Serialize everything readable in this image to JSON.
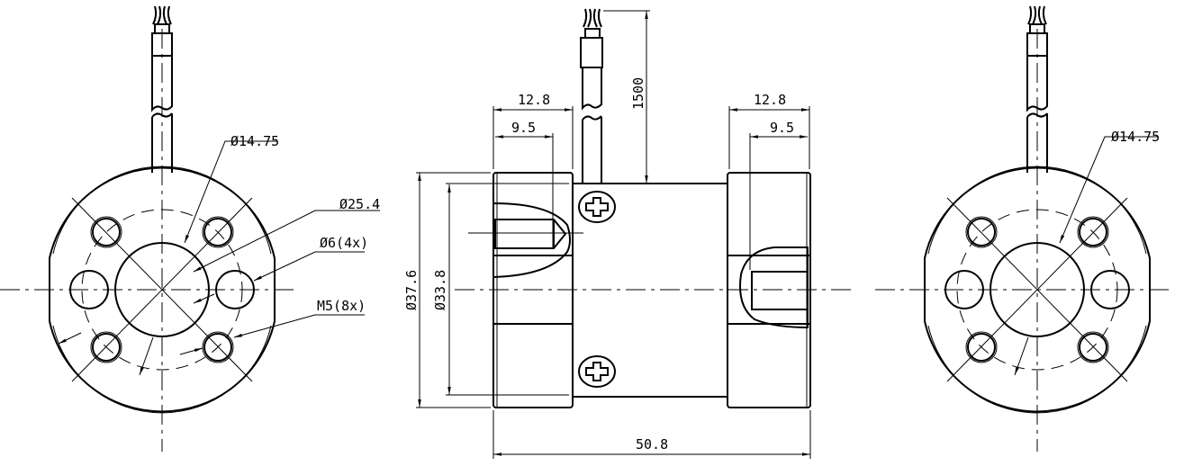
{
  "drawing": {
    "colors": {
      "line": "#000000",
      "background": "#ffffff"
    },
    "left_view": {
      "labels": {
        "inner_dia": "Ø14.75",
        "pcd": "Ø25.4",
        "through_holes": "Ø6(4x)",
        "threads": "M5(8x)"
      }
    },
    "side_view": {
      "labels": {
        "flange_left_width": "12.8",
        "thread_depth_left": "9.5",
        "cable_length": "1500",
        "flange_right_width": "12.8",
        "thread_depth_right": "9.5",
        "outer_dia": "Ø37.6",
        "body_dia": "Ø33.8",
        "total_length": "50.8"
      }
    },
    "right_view": {
      "labels": {
        "inner_dia": "Ø14.75"
      }
    }
  }
}
